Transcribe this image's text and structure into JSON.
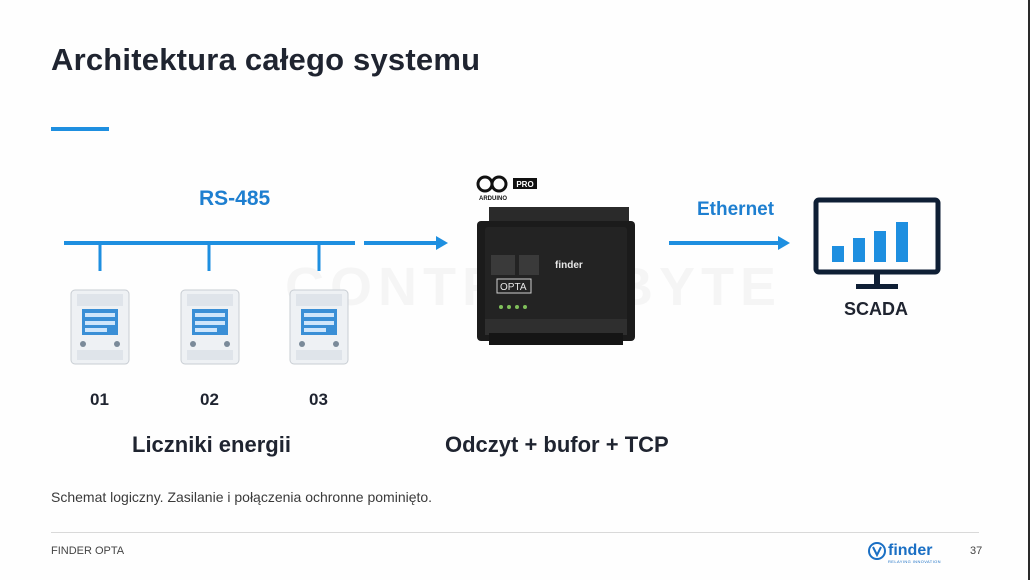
{
  "slide": {
    "title": "Architektura całego systemu",
    "bus_label": "RS-485",
    "ethernet_label": "Ethernet",
    "scada_label": "SCADA",
    "meters": [
      {
        "label": "01"
      },
      {
        "label": "02"
      },
      {
        "label": "03"
      }
    ],
    "meters_caption": "Liczniki energii",
    "controller_caption": "Odczyt + bufor + TCP",
    "note": "Schemat logiczny. Zasilanie i połączenia ochronne pominięto.",
    "watermark": "CONTROL BYTE",
    "controller": {
      "brand": "finder",
      "model": "OPTA",
      "arduino_badge": "PRO",
      "arduino_text": "ARDUINO"
    }
  },
  "footer": {
    "left_text": "FINDER OPTA",
    "logo_text": "finder",
    "logo_tagline": "RELAYING INNOVATION",
    "page_number": "37"
  },
  "colors": {
    "accent_blue": "#1e8fe0",
    "title_dark": "#1f2430"
  }
}
